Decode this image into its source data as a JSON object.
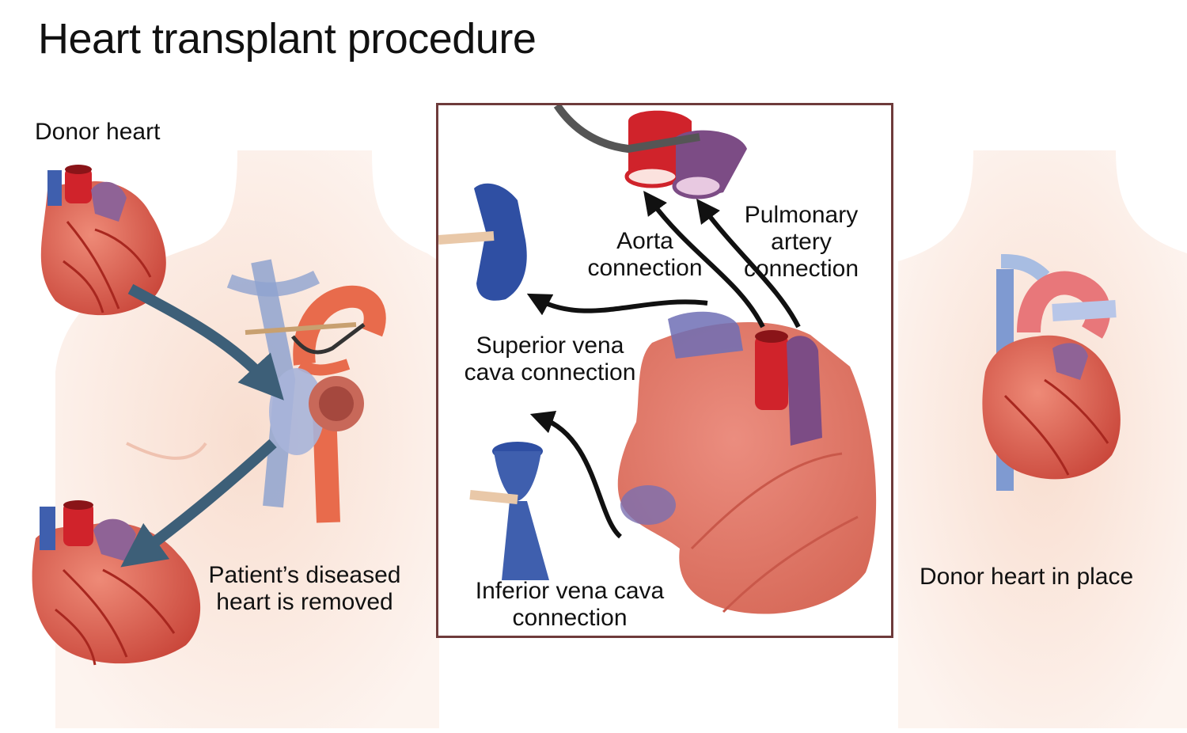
{
  "title": "Heart transplant procedure",
  "labels": {
    "donor_heart": "Donor heart",
    "diseased_removed_1": "Patient’s diseased",
    "diseased_removed_2": "heart is removed",
    "aorta_1": "Aorta",
    "aorta_2": "connection",
    "pulmonary_1": "Pulmonary",
    "pulmonary_2": "artery",
    "pulmonary_3": "connection",
    "svc_1": "Superior vena",
    "svc_2": "cava connection",
    "ivc_1": "Inferior vena cava",
    "ivc_2": "connection",
    "donor_in_place": "Donor heart in place"
  },
  "colors": {
    "heart_red": "#d8574a",
    "heart_pink": "#e7877a",
    "aorta_red": "#d0232b",
    "pulmonary_purple": "#7c4c85",
    "vein_blue": "#3f5fae",
    "skin": "#f6d9cc",
    "arrow_blue": "#3d5f78",
    "panel_border": "#6e3b3b"
  }
}
